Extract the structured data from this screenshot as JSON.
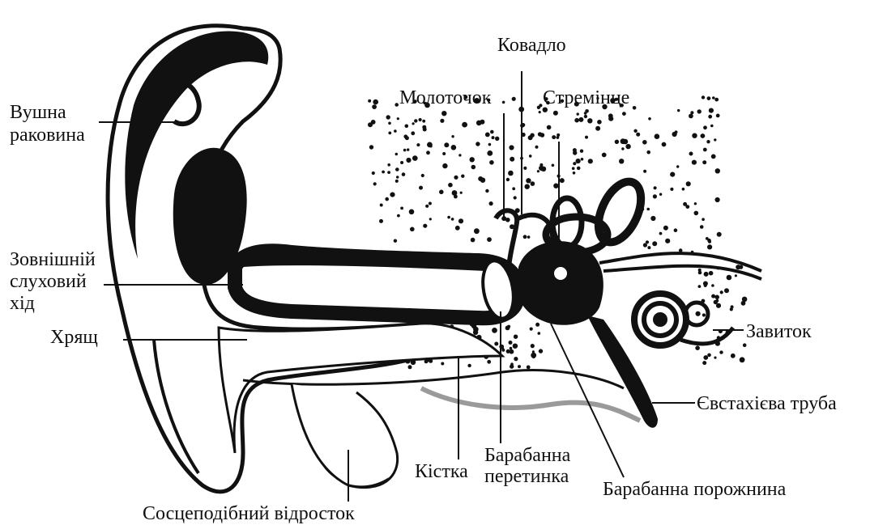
{
  "labels": {
    "auricle_line1": "Вушна",
    "auricle_line2": "раковина",
    "canal_line1": "Зовнішній",
    "canal_line2": "слуховий",
    "canal_line3": "хід",
    "cartilage": "Хрящ",
    "malleus": "Молоточок",
    "incus": "Ковадло",
    "stapes": "Стремінце",
    "cochlea": "Завиток",
    "eustachian_tube": "Євстахієва труба",
    "bone": "Кістка",
    "eardrum_line1": "Барабанна",
    "eardrum_line2": "перетинка",
    "tympanic_cavity": "Барабанна порожнина",
    "mastoid": "Сосцеподібний відросток"
  },
  "colors": {
    "ink": "#111111",
    "paper": "#ffffff",
    "shade": "#9a9a9a"
  }
}
